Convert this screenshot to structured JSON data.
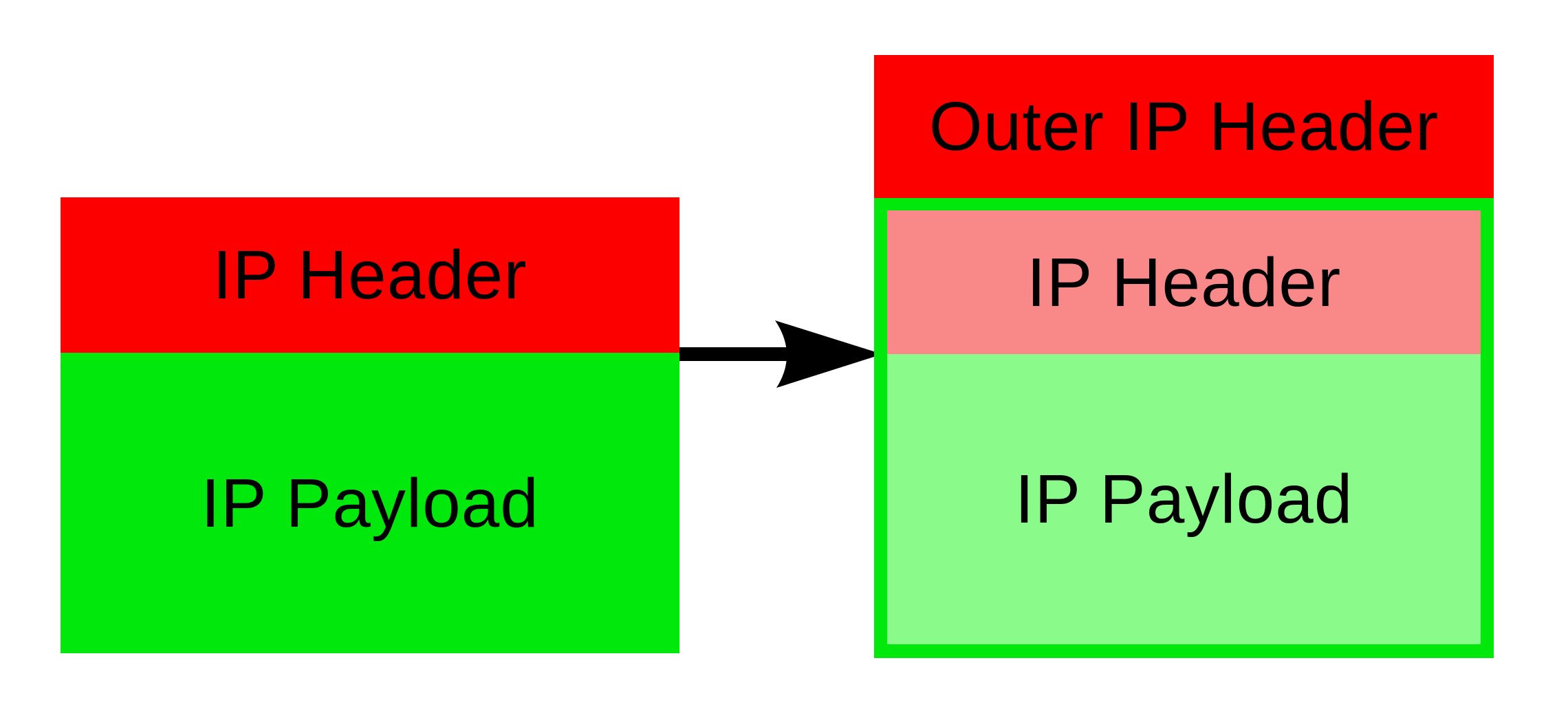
{
  "original_packet": {
    "header_label": "IP Header",
    "payload_label": "IP Payload"
  },
  "encapsulated_packet": {
    "outer_header_label": "Outer IP Header",
    "inner_packet": {
      "header_label": "IP Header",
      "payload_label": "IP Payload"
    }
  },
  "arrow": {
    "icon": "arrow-right-icon"
  },
  "colors": {
    "header_red": "#fc0000",
    "payload_green": "#00e80c",
    "inner_header_pink": "#f98989",
    "inner_payload_light_green": "#8afa8a",
    "arrow_black": "#000000",
    "canvas_white": "#ffffff"
  }
}
